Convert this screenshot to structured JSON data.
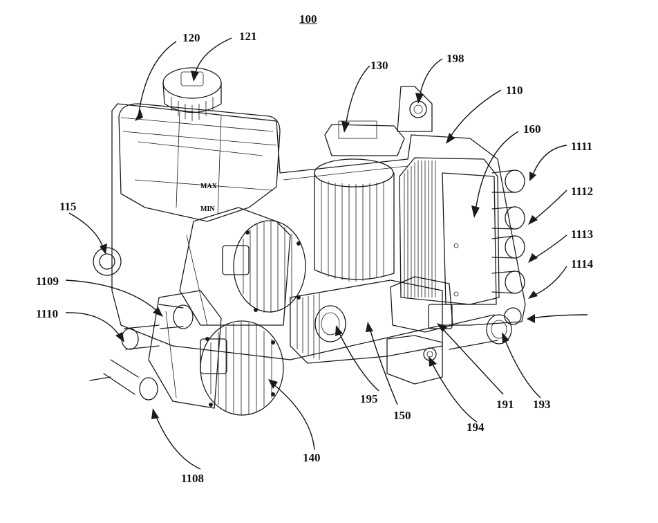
{
  "figure": {
    "number": "100",
    "reference_labels": [
      "120",
      "121",
      "130",
      "198",
      "110",
      "160",
      "1111",
      "1112",
      "1113",
      "1114",
      "115",
      "1109",
      "1110",
      "195",
      "150",
      "191",
      "193",
      "194",
      "140",
      "1108"
    ],
    "gauge_text": {
      "max": "MAX",
      "min": "MIN"
    }
  }
}
